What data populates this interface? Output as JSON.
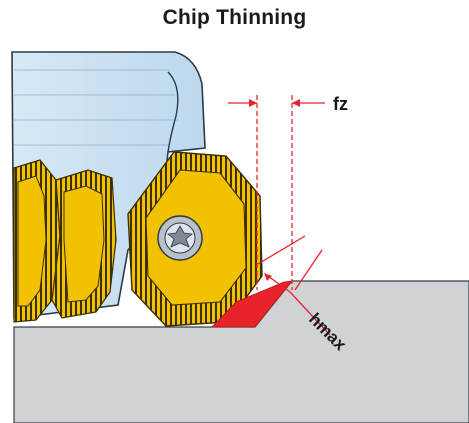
{
  "title": "Chip Thinning",
  "labels": {
    "feed_per_tooth": "fz",
    "max_chip_thickness": "hmax"
  },
  "colors": {
    "cutter_body": "#cfe4f4",
    "cutter_body_edge": "#2a3a48",
    "insert_yellow": "#f2c200",
    "insert_dark": "#3a2e05",
    "workpiece": "#cfd3d6",
    "chip": "#e8232b",
    "dimension_lines": "#e8232b",
    "screw": "#b9c2c9"
  },
  "icons": {
    "screw_head": "torx-screw-icon"
  }
}
